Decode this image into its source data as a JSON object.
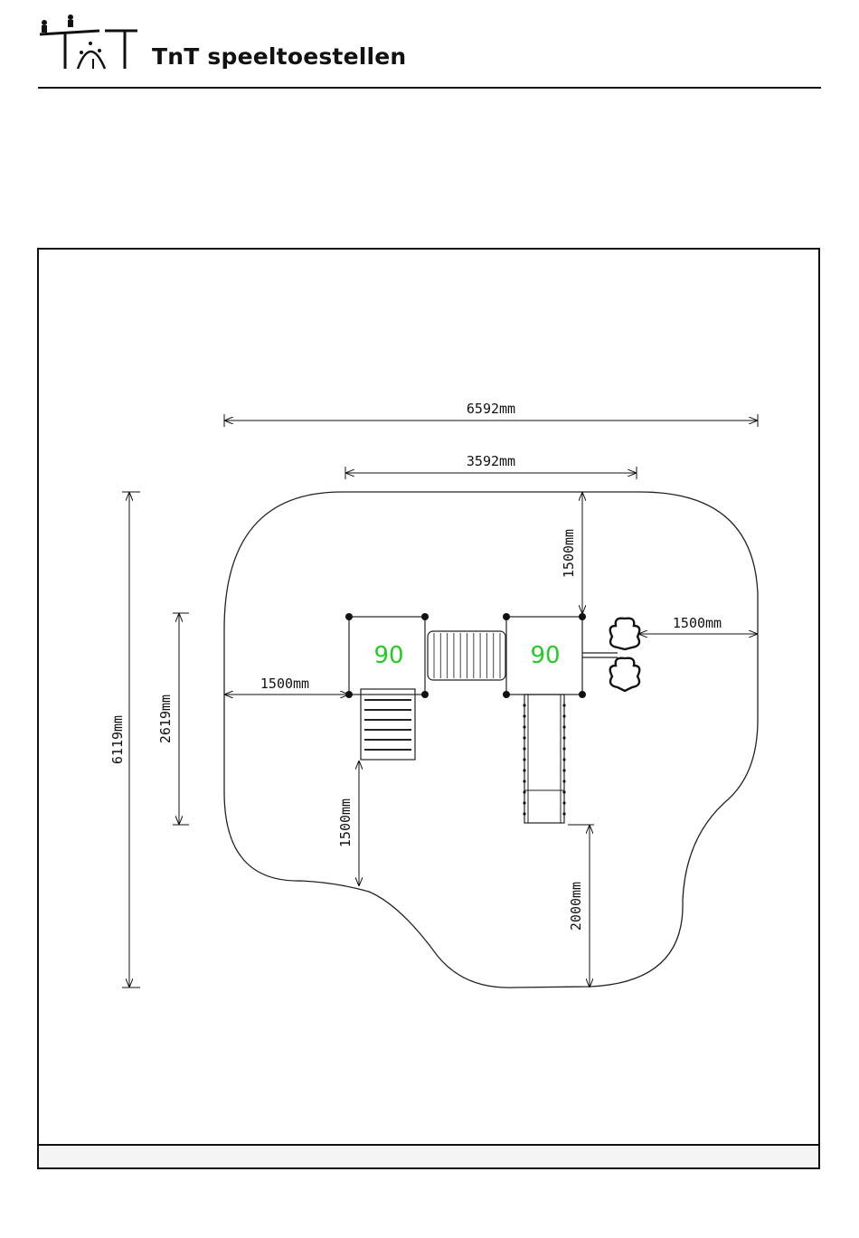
{
  "header": {
    "brand_name": "TnT speeltoestellen",
    "logo_letters": "TnT"
  },
  "drawing": {
    "platforms": [
      {
        "label": "90",
        "color": "#22cc22"
      },
      {
        "label": "90",
        "color": "#22cc22"
      }
    ],
    "dimensions": {
      "overall_width": "6592mm",
      "structure_width": "3592mm",
      "top_clearance": "1500mm",
      "right_clearance": "1500mm",
      "left_clearance": "1500mm",
      "overall_depth": "6119mm",
      "structure_depth": "2619mm",
      "stair_clearance": "1500mm",
      "slide_clearance": "2000mm"
    }
  }
}
